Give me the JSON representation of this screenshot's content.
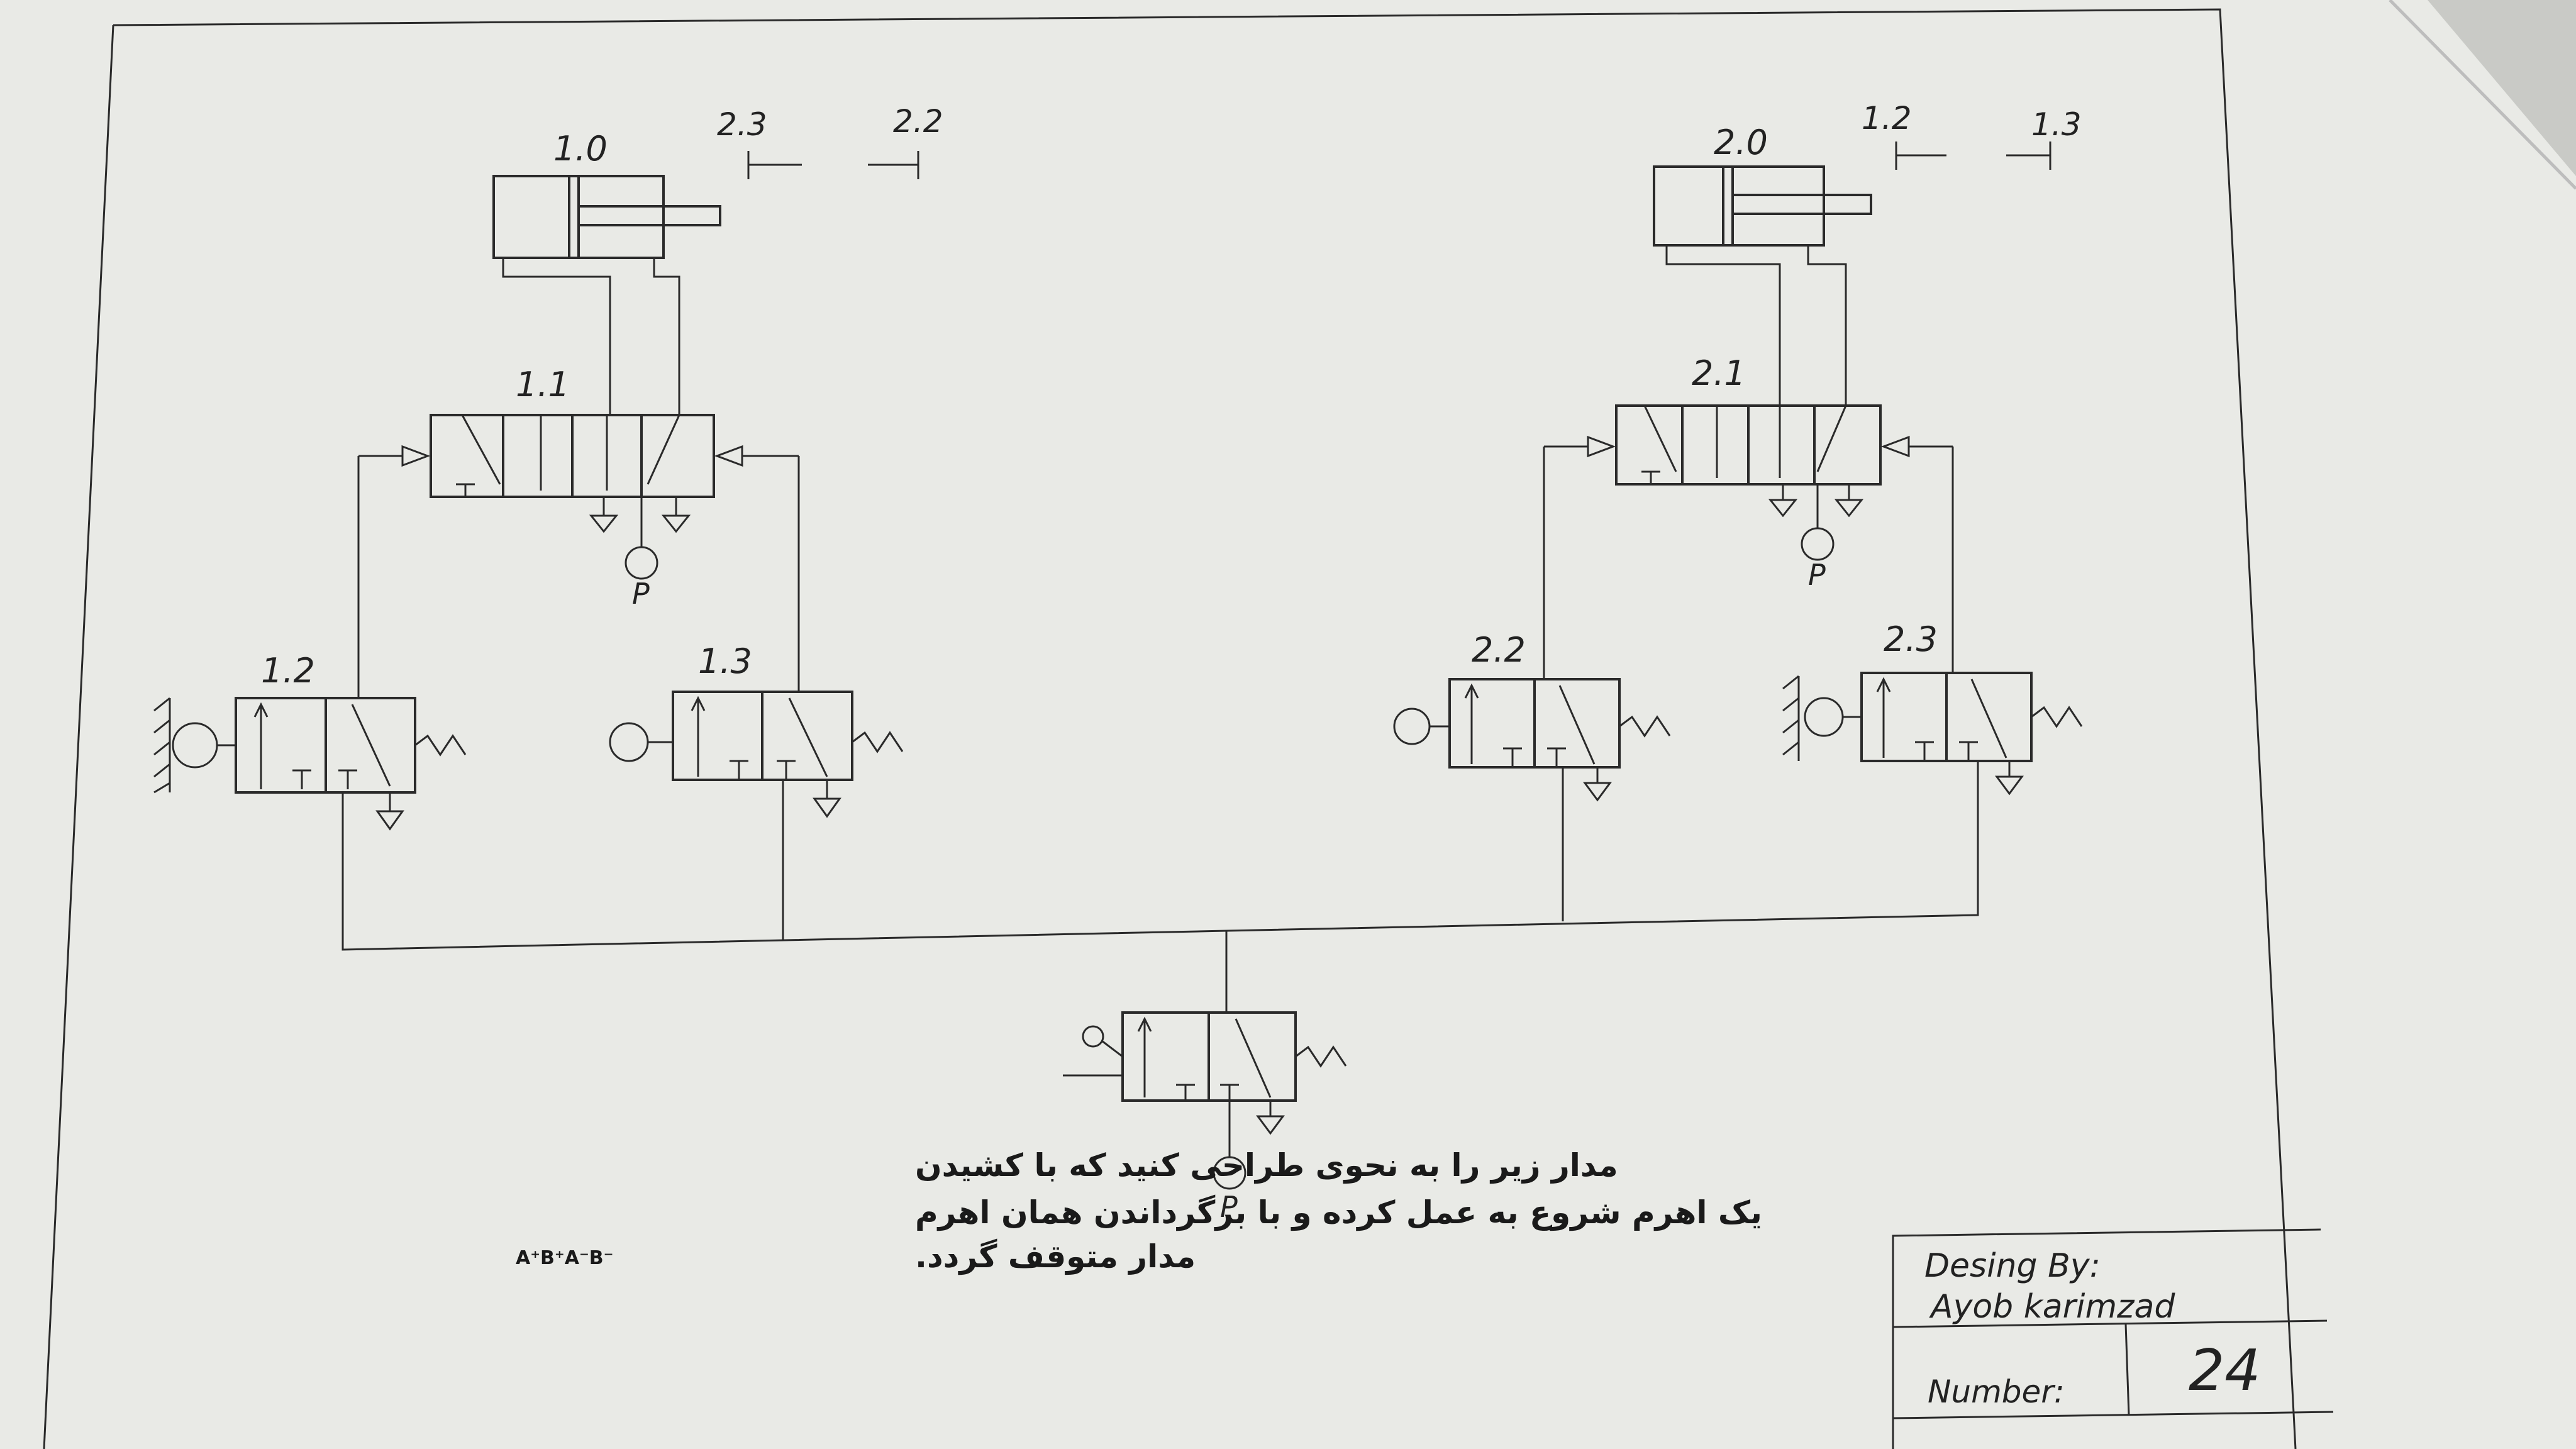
{
  "components": {
    "cyl1": "1.0",
    "cyl2": "2.0",
    "valve11": "1.1",
    "valve21": "2.1",
    "valve12": "1.2",
    "valve13": "1.3",
    "valve22": "2.2",
    "valve23": "2.3"
  },
  "limit_marks": {
    "c1_left": "2.3",
    "c1_right": "2.2",
    "c2_left": "1.2",
    "c2_right": "1.3"
  },
  "pressure_label": "P",
  "instruction": {
    "line1": "مدار زیر را به نحوی طراحی کنید که با کشیدن",
    "line2": "یک اهرم شروع به عمل کرده و با برگرداندن همان اهرم",
    "line3": "مدار متوقف گردد.",
    "sequence": "A⁺B⁺A⁻B⁻"
  },
  "title_block": {
    "design_label": "Desing By:",
    "designer": "Ayob karimzad",
    "number_label": "Number:",
    "number_value": "24"
  }
}
